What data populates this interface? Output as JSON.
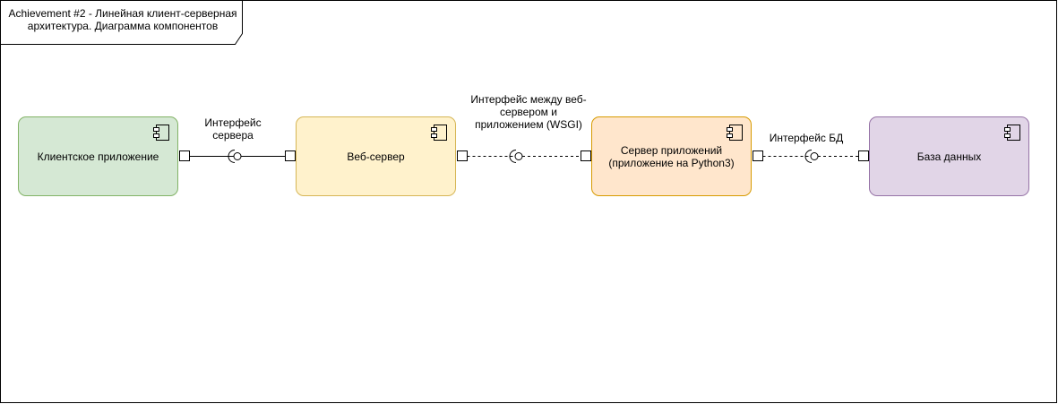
{
  "frame": {
    "title": "Achievement #2 - Линейная клиент-серверная архитектура. Диаграмма компонентов"
  },
  "components": {
    "client": {
      "label": "Клиентское приложение",
      "fill": "#d5e8d4",
      "stroke": "#82b366"
    },
    "web_server": {
      "label": "Веб-сервер",
      "fill": "#fff2cc",
      "stroke": "#d6b656"
    },
    "app_server": {
      "label": "Сервер приложений (приложение на Python3)",
      "fill": "#ffe6cc",
      "stroke": "#d79b00"
    },
    "database": {
      "label": "База данных",
      "fill": "#e1d5e7",
      "stroke": "#9673a6"
    }
  },
  "interfaces": {
    "server": {
      "label": "Интерфейс сервера",
      "style": "solid"
    },
    "wsgi": {
      "label": "Интерфейс между веб-сервером и приложением (WSGI)",
      "style": "dashed"
    },
    "db": {
      "label": "Интерфейс БД",
      "style": "dashed"
    }
  },
  "icons": [
    "component-icon"
  ]
}
